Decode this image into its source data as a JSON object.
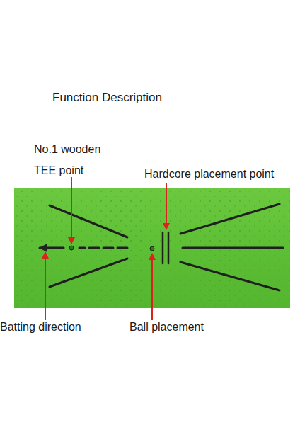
{
  "diagram": {
    "title": "Function Description",
    "labels": [
      "No.1 wooden TEE point",
      "Hardcore placement point",
      "Batting direction",
      "Ball placement"
    ]
  }
}
